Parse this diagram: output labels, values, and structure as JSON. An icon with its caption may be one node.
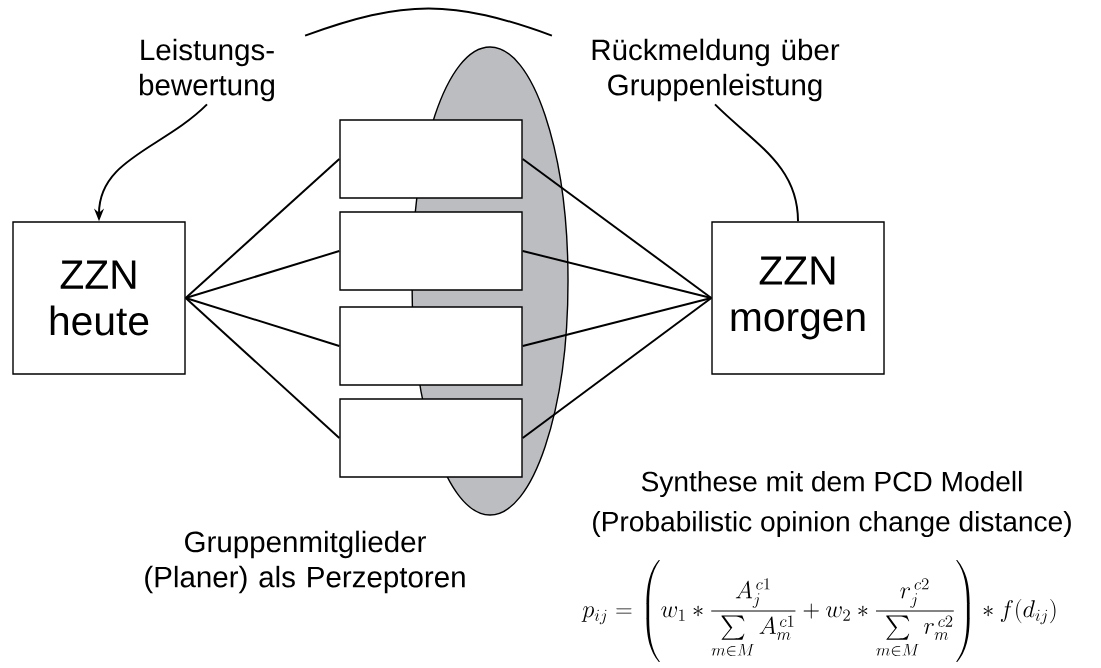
{
  "diagram": {
    "nodes": [
      {
        "text": [
          "Leistungs- bewertung"
        ]
      },
      {
        "text": [
          "Rückmeldung über Gruppenleistung"
        ]
      },
      {
        "text": [
          "ZZN heute"
        ]
      },
      {
        "text": [],
        "shape": "box"
      },
      {
        "text": [],
        "shape": "box"
      },
      {
        "text": [],
        "shape": "box"
      },
      {
        "text": [],
        "shape": "box"
      },
      {
        "text": [
          "ZZN morgen"
        ]
      }
    ],
    "edges": [
      {
        "from": 7,
        "to": 1,
        "arrow": "none"
      },
      {
        "from": 1,
        "to": 0,
        "arrow": "none"
      },
      {
        "from": 0,
        "to": 2,
        "arrow": "to"
      },
      {
        "from": 2,
        "to": 3,
        "arrow": "none"
      },
      {
        "from": 2,
        "to": 4,
        "arrow": "none"
      },
      {
        "from": 2,
        "to": 5,
        "arrow": "none"
      },
      {
        "from": 2,
        "to": 6,
        "arrow": "none"
      },
      {
        "from": 3,
        "to": 7,
        "arrow": "none"
      },
      {
        "from": 4,
        "to": 7,
        "arrow": "none"
      },
      {
        "from": 5,
        "to": 7,
        "arrow": "none"
      },
      {
        "from": 6,
        "to": 7,
        "arrow": "none"
      }
    ],
    "labels": [
      "Gruppenmitglieder (Planer) als Perzeptoren",
      "Synthese mit dem PCD Modell",
      "(Probabilistic opinion change distance)",
      "p_{ij} = \\left( w_1 * \\frac{A_j^{\\,c1}}{\\sum\\limits_{m \\in M} A_m^{\\,c1}} + w_2 * \\frac{r_j^{\\,c2}}{\\sum\\limits_{m \\in M} r_m^{\\,c2}} \\right) * f(d_{ij})"
    ]
  }
}
